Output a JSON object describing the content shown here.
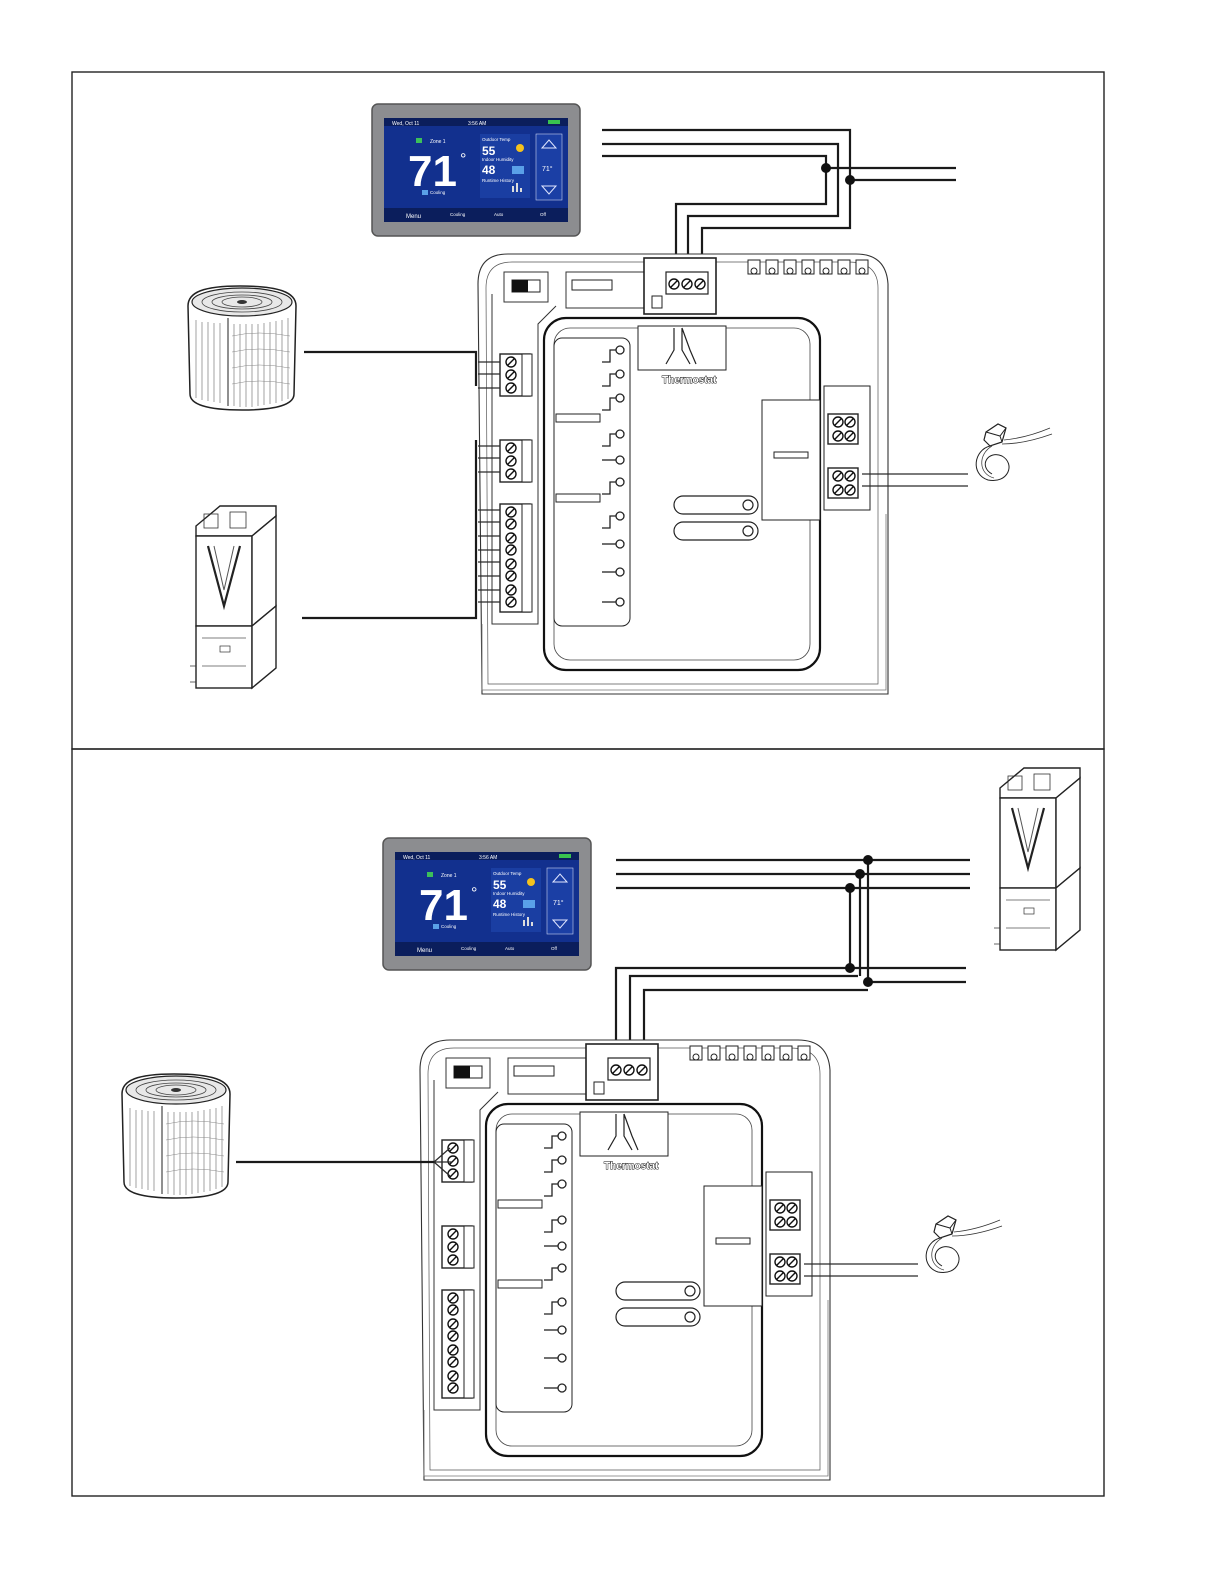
{
  "thermostat": {
    "date": "Wed, Oct 11",
    "time": "3:56 AM",
    "zone": "Zone 1",
    "temperature": "71",
    "degree_symbol": "°",
    "outdoor_label": "Outdoor Temp",
    "outdoor_value": "55",
    "humidity_label": "Indoor Humidity",
    "humidity_value": "48",
    "history_label": "Runtime History",
    "mode": "Cooling",
    "setpoint": "71°",
    "menu_label": "Menu",
    "cooling_label": "Cooling",
    "fan_label": "Auto",
    "off_label": "Off"
  },
  "control_board": {
    "label": "Thermostat"
  },
  "colors": {
    "line": "#1a1a1a",
    "thermostat_screen": "#12308e",
    "thermostat_bezel": "#8c8d90"
  }
}
